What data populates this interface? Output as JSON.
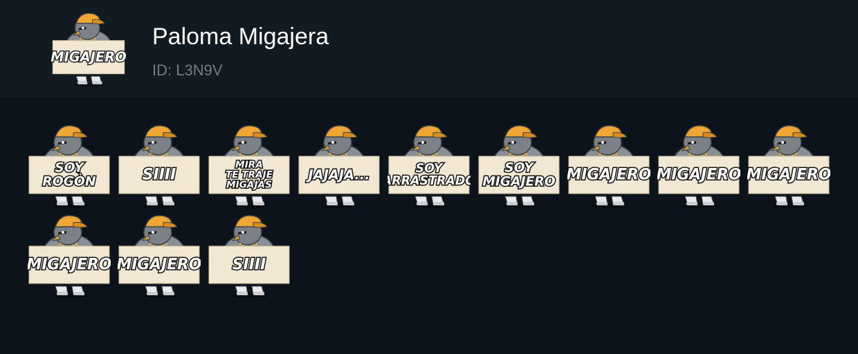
{
  "pack": {
    "title": "Paloma Migajera",
    "id_text": "ID: L3N9V",
    "thumbnail_sign": [
      "MIGAJERO"
    ]
  },
  "stickers": [
    {
      "lines": [
        "SOY",
        "ROGÒN"
      ]
    },
    {
      "lines": [
        "SIIII"
      ]
    },
    {
      "lines": [
        "MIRA",
        "TE TRAJE",
        "MIGAJAS"
      ]
    },
    {
      "lines": [
        "JAJAJA..."
      ]
    },
    {
      "lines": [
        "SOY",
        "ARRASTRADO"
      ]
    },
    {
      "lines": [
        "SOY",
        "MIGAJERO"
      ]
    },
    {
      "lines": [
        "MIGAJERO"
      ]
    },
    {
      "lines": [
        "MIGAJERO"
      ]
    },
    {
      "lines": [
        "MIGAJERO"
      ]
    },
    {
      "lines": [
        "MIGAJERO"
      ]
    },
    {
      "lines": [
        "MIGAJERO"
      ]
    },
    {
      "lines": [
        "SIIII"
      ]
    }
  ],
  "colors": {
    "background": "#0c131a",
    "header": "#121a22",
    "cap": "#f0a632",
    "feathers": "#8a8f96",
    "sign": "#f2e7d2",
    "chain": "#e3b33a"
  }
}
